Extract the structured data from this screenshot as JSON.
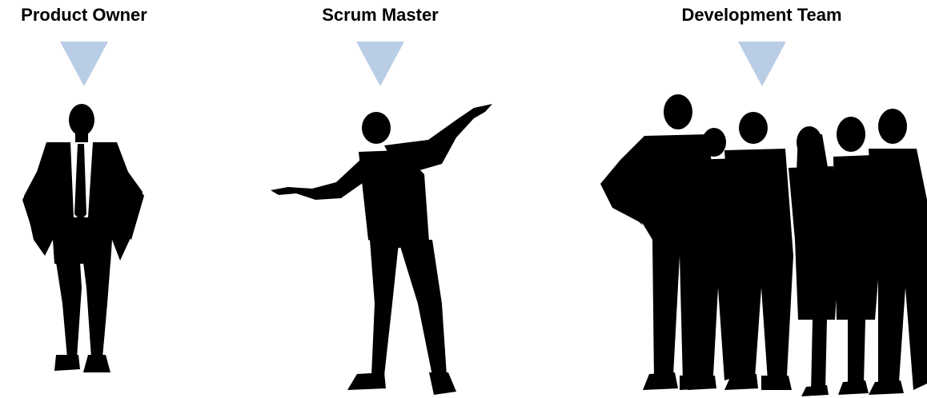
{
  "roles": [
    {
      "title": "Product Owner",
      "icon": "product-owner-silhouette-icon"
    },
    {
      "title": "Scrum Master",
      "icon": "scrum-master-silhouette-icon"
    },
    {
      "title": "Development Team",
      "icon": "development-team-silhouette-icon"
    }
  ],
  "colors": {
    "pointer": "#b9cde5",
    "silhouette": "#000000",
    "background": "#ffffff"
  }
}
